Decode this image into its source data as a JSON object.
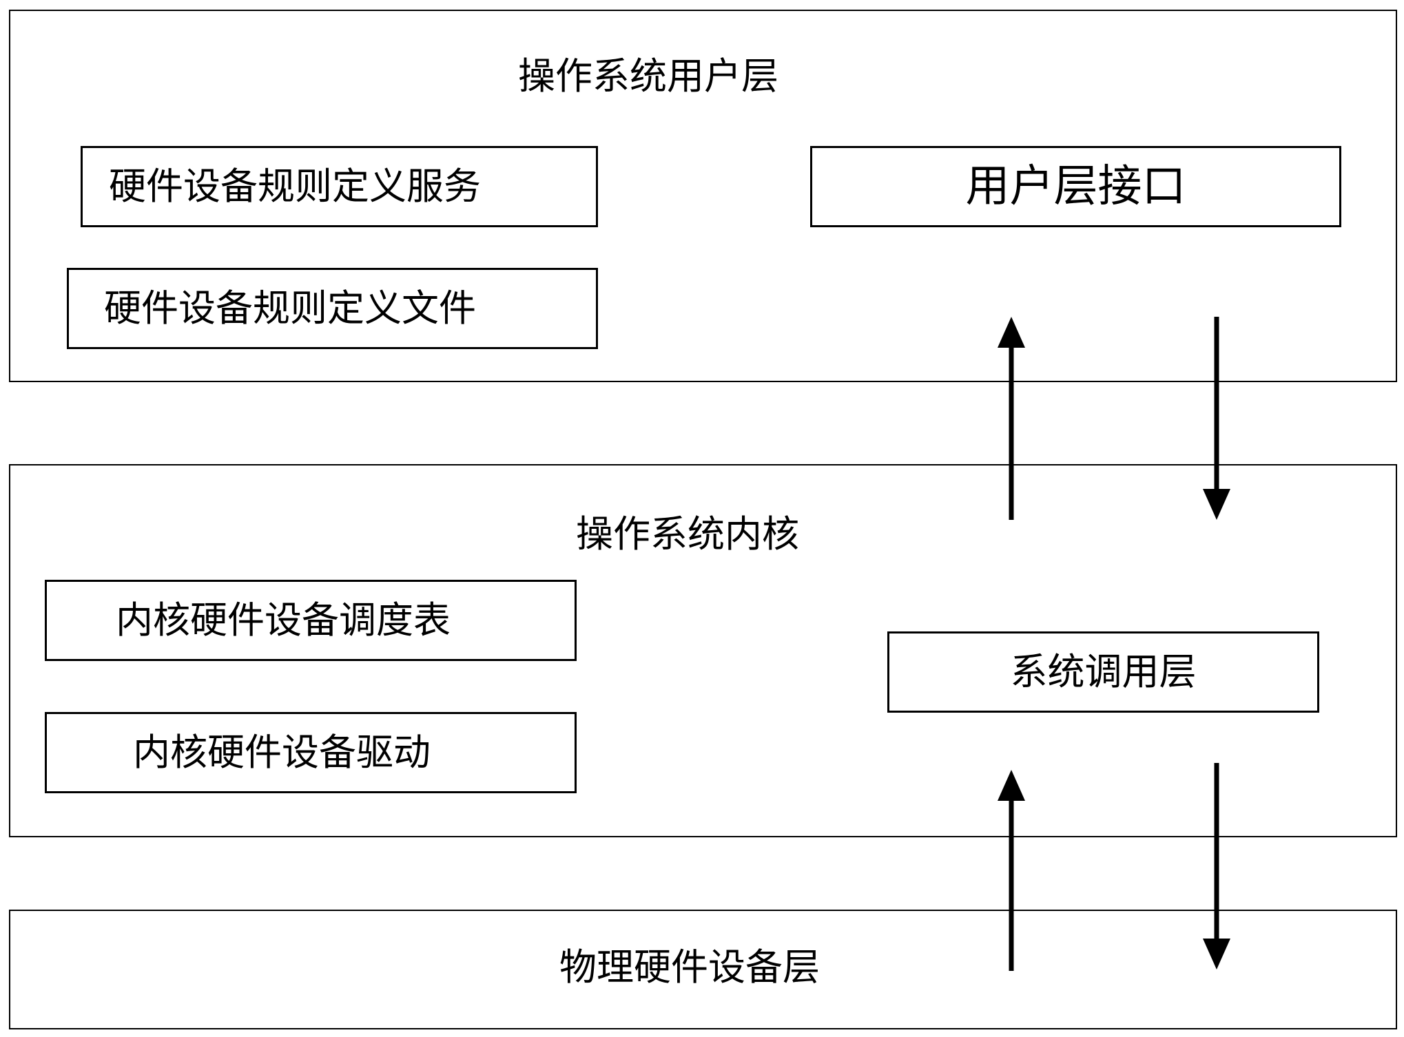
{
  "layers": {
    "user": {
      "title": "操作系统用户层",
      "boxes": {
        "rule_service": "硬件设备规则定义服务",
        "rule_file": "硬件设备规则定义文件",
        "user_interface": "用户层接口"
      }
    },
    "kernel": {
      "title": "操作系统内核",
      "boxes": {
        "schedule_table": "内核硬件设备调度表",
        "device_driver": "内核硬件设备驱动",
        "syscall_layer": "系统调用层"
      }
    },
    "physical": {
      "title": "物理硬件设备层"
    }
  },
  "colors": {
    "line": "#000000",
    "background": "#ffffff"
  }
}
